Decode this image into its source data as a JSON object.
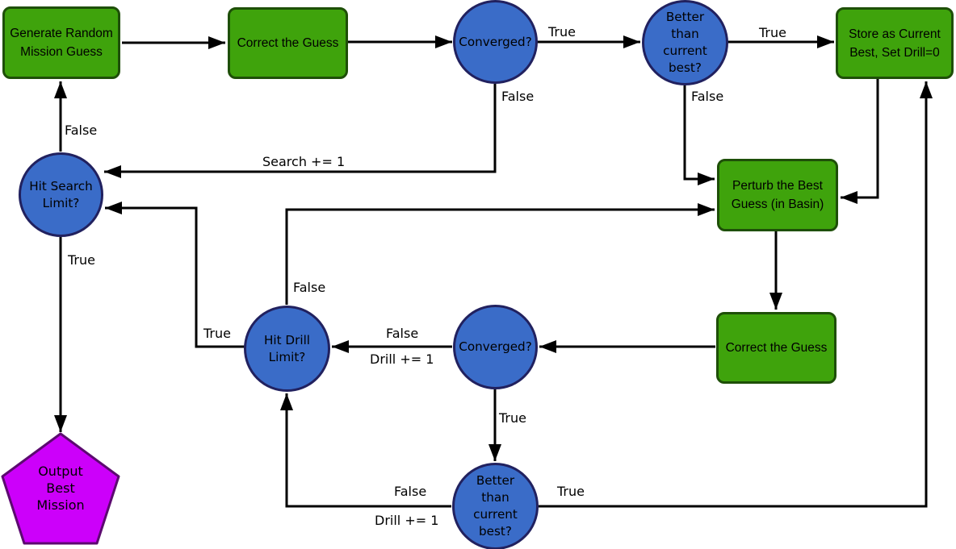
{
  "diagram": {
    "colors": {
      "process-fill": "#3fa30c",
      "process-border": "#1e4f08",
      "decision-fill": "#3a6cc8",
      "decision-border": "#21215f",
      "terminal-fill": "#cc00fa",
      "terminal-border": "#5c0a70",
      "edge": "#000000",
      "background": "#ffffff"
    },
    "nodes": {
      "generate_guess": {
        "type": "process",
        "lines": [
          "Generate Random",
          "Mission Guess"
        ]
      },
      "correct_guess_top": {
        "type": "process",
        "lines": [
          "Correct the Guess"
        ]
      },
      "converged_top": {
        "type": "decision",
        "lines": [
          "Converged?"
        ]
      },
      "better_than_best_top": {
        "type": "decision",
        "lines": [
          "Better",
          "than",
          "current",
          "best?"
        ]
      },
      "store_best": {
        "type": "process",
        "lines": [
          "Store as Current",
          "Best, Set Drill=0"
        ]
      },
      "hit_search_limit": {
        "type": "decision",
        "lines": [
          "Hit Search",
          "Limit?"
        ]
      },
      "perturb_best": {
        "type": "process",
        "lines": [
          "Perturb the Best",
          "Guess (in Basin)"
        ]
      },
      "correct_guess_bottom": {
        "type": "process",
        "lines": [
          "Correct the Guess"
        ]
      },
      "converged_bottom": {
        "type": "decision",
        "lines": [
          "Converged?"
        ]
      },
      "hit_drill_limit": {
        "type": "decision",
        "lines": [
          "Hit Drill",
          "Limit?"
        ]
      },
      "better_than_best_bottom": {
        "type": "decision",
        "lines": [
          "Better",
          "than",
          "current",
          "best?"
        ]
      },
      "output_best": {
        "type": "terminal",
        "lines": [
          "Output",
          "Best",
          "Mission"
        ]
      }
    },
    "edge_labels": {
      "converged_top_true": "True",
      "better_top_true": "True",
      "converged_top_false": "False",
      "search_increment": "Search += 1",
      "better_top_false": "False",
      "hit_search_false": "False",
      "hit_search_true": "True",
      "hit_drill_false": "False",
      "hit_drill_true": "True",
      "converged_bottom_false": "False",
      "drill_increment_mid": "Drill += 1",
      "converged_bottom_true": "True",
      "better_bottom_false": "False",
      "drill_increment_bottom": "Drill += 1",
      "better_bottom_true": "True"
    }
  }
}
